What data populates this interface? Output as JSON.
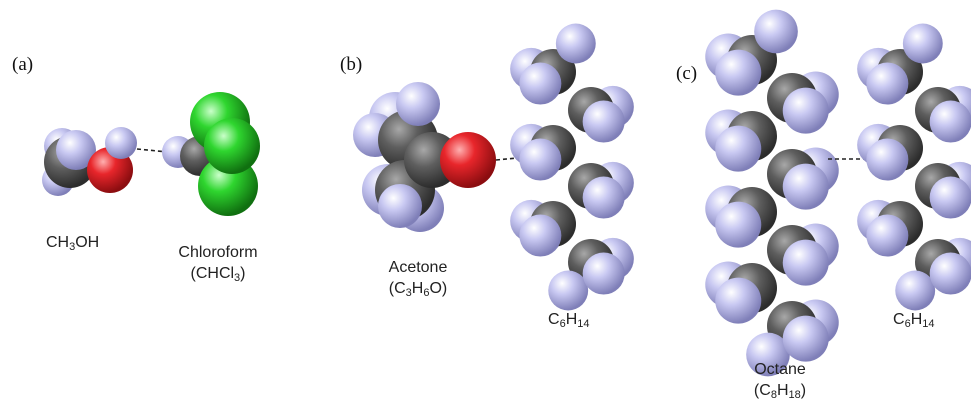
{
  "panels": [
    {
      "id": "a",
      "label": "(a)"
    },
    {
      "id": "b",
      "label": "(b)"
    },
    {
      "id": "c",
      "label": "(c)"
    }
  ],
  "labels": {
    "methanol": [
      {
        "t": "CH"
      },
      {
        "t": "3",
        "sub": true
      },
      {
        "t": "OH"
      }
    ],
    "chloroform_name": "Chloroform",
    "chloroform_formula": [
      {
        "t": "(CHCl"
      },
      {
        "t": "3",
        "sub": true
      },
      {
        "t": ")"
      }
    ],
    "acetone_name": "Acetone",
    "acetone_formula": [
      {
        "t": "(C"
      },
      {
        "t": "3",
        "sub": true
      },
      {
        "t": "H"
      },
      {
        "t": "6",
        "sub": true
      },
      {
        "t": "O)"
      }
    ],
    "hexane_b": [
      {
        "t": "C"
      },
      {
        "t": "6",
        "sub": true
      },
      {
        "t": "H"
      },
      {
        "t": "14",
        "sub": true
      }
    ],
    "octane_name": "Octane",
    "octane_formula": [
      {
        "t": "(C"
      },
      {
        "t": "8",
        "sub": true
      },
      {
        "t": "H"
      },
      {
        "t": "18",
        "sub": true
      },
      {
        "t": ")"
      }
    ],
    "hexane_c": [
      {
        "t": "C"
      },
      {
        "t": "6",
        "sub": true
      },
      {
        "t": "H"
      },
      {
        "t": "14",
        "sub": true
      }
    ]
  },
  "colors": {
    "carbon": "#5e5e5e",
    "hydrogen": "#b9b9ec",
    "oxygen": "#e8262b",
    "chlorine": "#2fd62f",
    "bond_line": "#222222",
    "background": "#ffffff"
  }
}
